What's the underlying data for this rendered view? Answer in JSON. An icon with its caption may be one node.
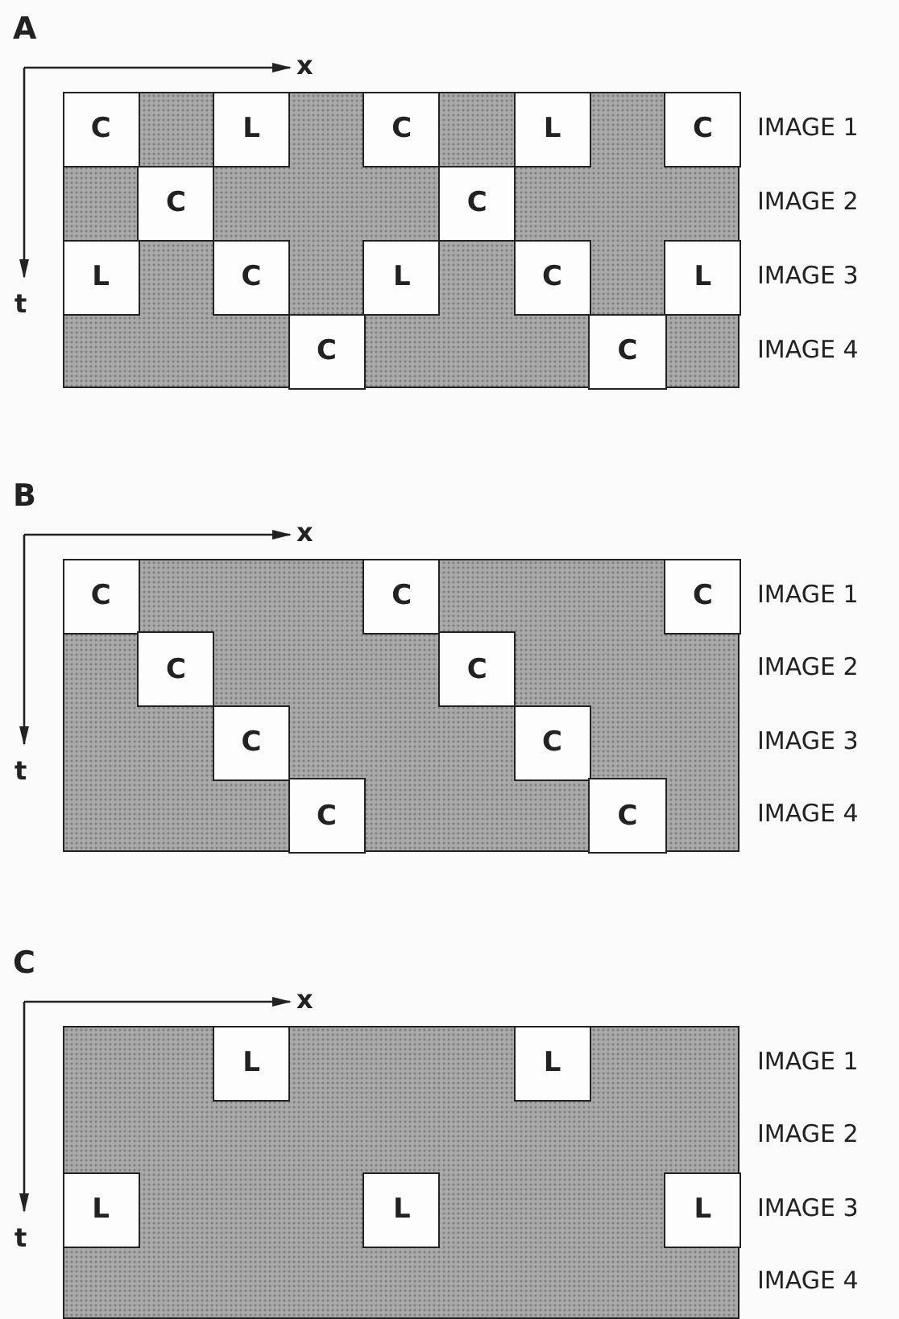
{
  "diagram": {
    "nodes": [
      {
        "text": [],
        "shape": "box"
      },
      {
        "text": [
          "C"
        ],
        "in": 0
      },
      {
        "text": [
          "L"
        ],
        "in": 0
      },
      {
        "text": [
          "C"
        ],
        "in": 0
      },
      {
        "text": [
          "L"
        ],
        "in": 0
      },
      {
        "text": [
          "C"
        ],
        "in": 0
      },
      {
        "text": [
          "C"
        ],
        "in": 0
      },
      {
        "text": [
          "C"
        ],
        "in": 0
      },
      {
        "text": [
          "L"
        ],
        "in": 0
      },
      {
        "text": [
          "C"
        ],
        "in": 0
      },
      {
        "text": [
          "L"
        ],
        "in": 0
      },
      {
        "text": [
          "C"
        ],
        "in": 0
      },
      {
        "text": [
          "L"
        ],
        "in": 0
      },
      {
        "text": [
          "C"
        ],
        "in": 0
      },
      {
        "text": [
          "C"
        ],
        "in": 0
      },
      {
        "text": [],
        "shape": "box"
      },
      {
        "text": [
          "C"
        ],
        "in": 15
      },
      {
        "text": [
          "C"
        ],
        "in": 15
      },
      {
        "text": [
          "C"
        ],
        "in": 15
      },
      {
        "text": [
          "C"
        ],
        "in": 15
      },
      {
        "text": [
          "C"
        ],
        "in": 15
      },
      {
        "text": [
          "C"
        ],
        "in": 15
      },
      {
        "text": [
          "C"
        ],
        "in": 15
      },
      {
        "text": [
          "C"
        ],
        "in": 15
      },
      {
        "text": [
          "C"
        ],
        "in": 15
      },
      {
        "text": [],
        "shape": "box"
      },
      {
        "text": [
          "L"
        ],
        "in": 25
      },
      {
        "text": [
          "L"
        ],
        "in": 25
      },
      {
        "text": [
          "L"
        ],
        "in": 25
      },
      {
        "text": [
          "L"
        ],
        "in": 25
      },
      {
        "text": [
          "L"
        ],
        "in": 25
      }
    ],
    "labels": [
      "A",
      "x",
      "IMAGE 1",
      "IMAGE 2",
      "IMAGE 3",
      "t",
      "IMAGE 4",
      "B",
      "x",
      "IMAGE 1",
      "IMAGE 2",
      "IMAGE 3",
      "t",
      "IMAGE 4",
      "C",
      "x",
      "IMAGE 1",
      "IMAGE 2",
      "IMAGE 3",
      "t",
      "IMAGE 4"
    ]
  }
}
